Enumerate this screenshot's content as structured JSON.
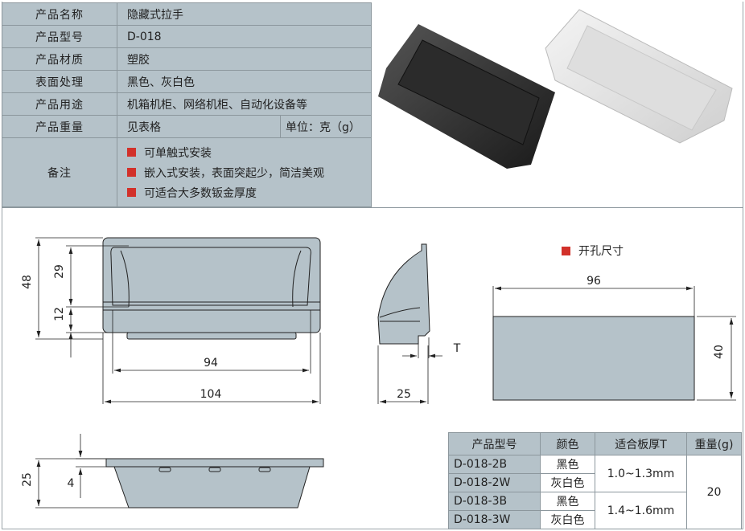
{
  "spec": {
    "rows": [
      {
        "label": "产品名称",
        "value": "隐藏式拉手"
      },
      {
        "label": "产品型号",
        "value": "D-018"
      },
      {
        "label": "产品材质",
        "value": "塑胶"
      },
      {
        "label": "表面处理",
        "value": "黑色、灰白色"
      },
      {
        "label": "产品用途",
        "value": "机箱机柜、网络机柜、自动化设备等"
      },
      {
        "label": "产品重量",
        "value": "见表格",
        "unit": "单位：克（g）"
      }
    ],
    "notes_label": "备注",
    "notes": [
      "可单触式安装",
      "嵌入式安装，表面突起少，简洁美观",
      "可适合大多数钣金厚度"
    ]
  },
  "drawing": {
    "front": {
      "h_total": "48",
      "h_upper": "29",
      "h_lower": "12",
      "w_inner": "94",
      "w_total": "104"
    },
    "side": {
      "depth": "25",
      "thickness": "T"
    },
    "bottom": {
      "height": "25",
      "flange": "4"
    },
    "hole": {
      "title": "开孔尺寸",
      "width": "96",
      "height": "40"
    }
  },
  "models": {
    "headers": [
      "产品型号",
      "颜色",
      "适合板厚T",
      "重量(g)"
    ],
    "rows": [
      {
        "model": "D-018-2B",
        "color": "黑色"
      },
      {
        "model": "D-018-2W",
        "color": "灰白色"
      },
      {
        "model": "D-018-3B",
        "color": "黑色"
      },
      {
        "model": "D-018-3W",
        "color": "灰白色"
      }
    ],
    "thickness": [
      "1.0~1.3mm",
      "1.4~1.6mm"
    ],
    "weight": "20"
  },
  "colors": {
    "fill": "#b5c2c9",
    "accent": "#d2312a"
  }
}
